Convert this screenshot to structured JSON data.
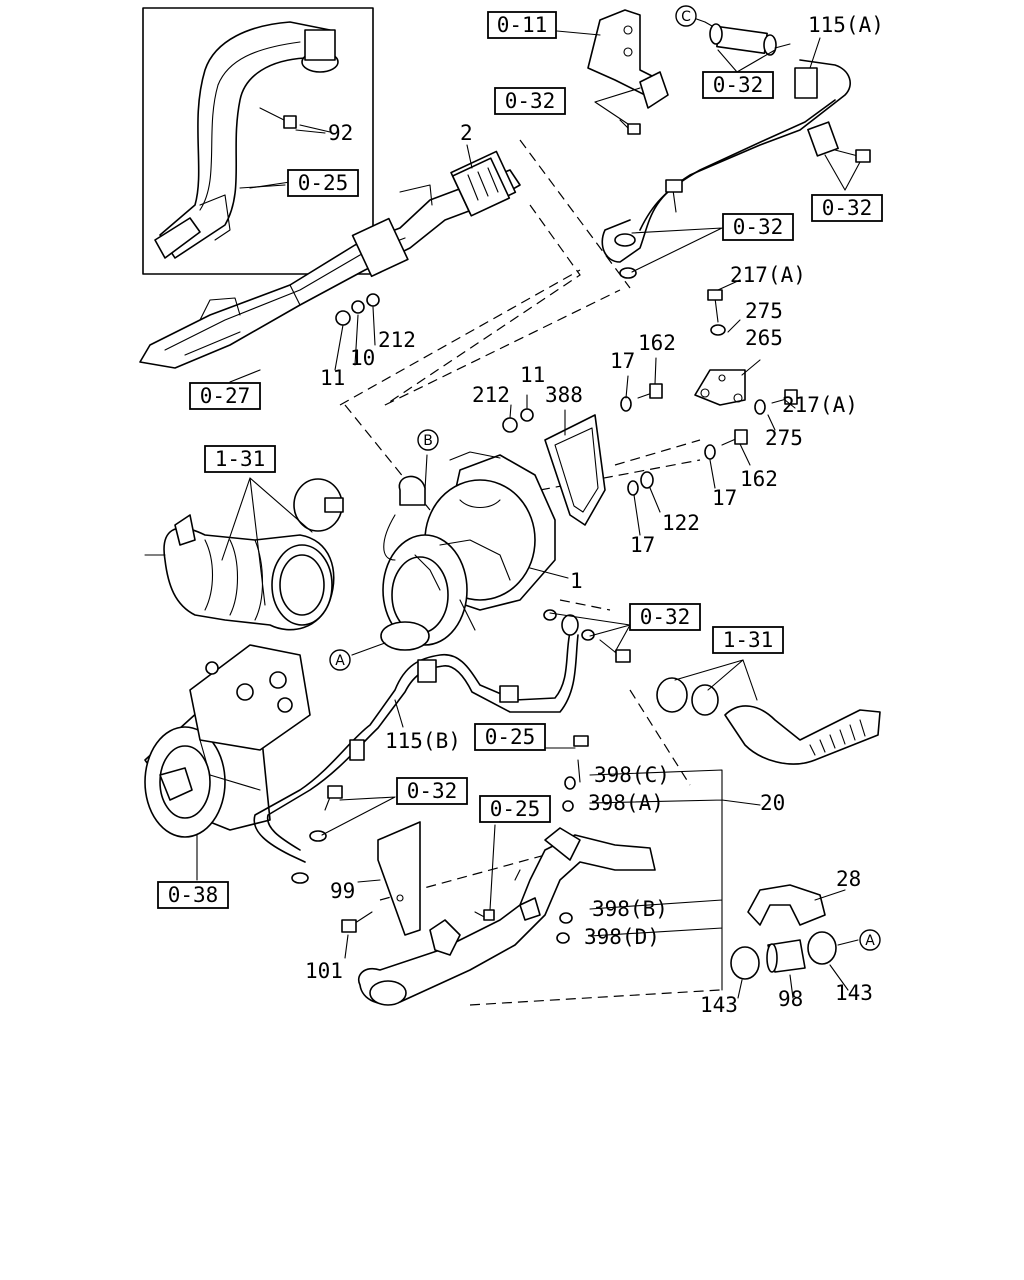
{
  "diagram": {
    "ref_boxes": {
      "r_0_11": "0-11",
      "r_0_32_top_mid": "0-32",
      "r_0_32_top_left": "0-32",
      "r_0_32_top_right": "0-32",
      "r_0_32_mid": "0-32",
      "r_0_25_inset": "0-25",
      "r_0_27": "0-27",
      "r_1_31_left": "1-31",
      "r_0_32_turbo": "0-32",
      "r_1_31_right": "1-31",
      "r_0_25_mid": "0-25",
      "r_0_32_lower": "0-32",
      "r_0_25_lower": "0-25",
      "r_0_38": "0-38"
    },
    "part_numbers": {
      "p_115a": "115(A)",
      "p_92": "92",
      "p_2": "2",
      "p_212_top": "212",
      "p_11_top": "11",
      "p_10": "10",
      "p_217a_top": "217(A)",
      "p_275_top": "275",
      "p_265": "265",
      "p_162_top": "162",
      "p_17_top": "17",
      "p_11_mid": "11",
      "p_212_mid": "212",
      "p_388": "388",
      "p_217a_right": "217(A)",
      "p_275_right": "275",
      "p_162_mid": "162",
      "p_17_mid": "17",
      "p_122": "122",
      "p_17_low": "17",
      "p_1": "1",
      "p_115b": "115(B)",
      "p_398c": "398(C)",
      "p_398a": "398(A)",
      "p_20": "20",
      "p_398b": "398(B)",
      "p_398d": "398(D)",
      "p_28": "28",
      "p_99": "99",
      "p_101": "101",
      "p_143_left": "143",
      "p_98": "98",
      "p_143_right": "143"
    },
    "callouts": {
      "c_top": "C",
      "b_turbo": "B",
      "a_turbo": "A",
      "a_right": "A"
    }
  }
}
